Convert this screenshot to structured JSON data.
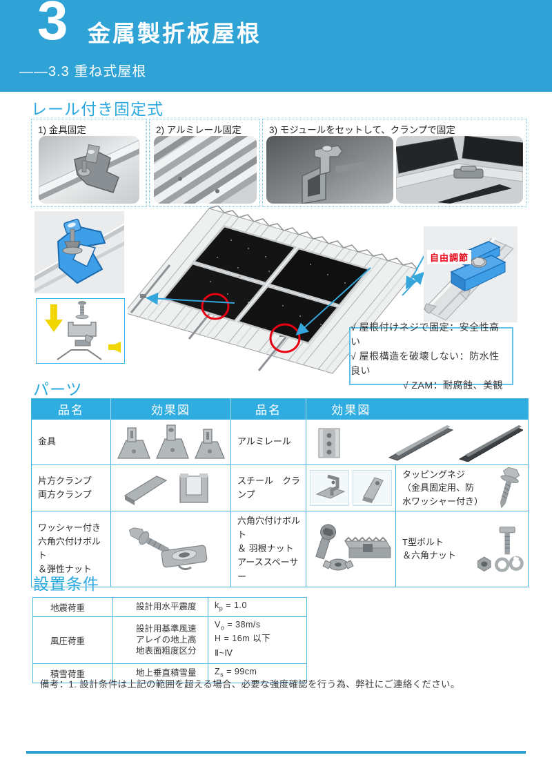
{
  "page": {
    "chapter_number": "3",
    "chapter_title": "金属製折板屋根",
    "section_subtitle": "——3.3 重ね式屋根"
  },
  "rail_section": {
    "title": "レール付き固定式",
    "steps": [
      {
        "caption": "1) 金具固定"
      },
      {
        "caption": "2) アルミレール固定"
      },
      {
        "caption": "3) モジュールをセットして、クランプで固定"
      }
    ],
    "adjust_label": "自由調節",
    "benefits": [
      "√ 屋根付けネジで固定：安全性高い",
      "√ 屋根構造を破壊しない：防水性良い",
      "√ ZAM：耐腐蝕、美観"
    ]
  },
  "parts_section": {
    "title": "パーツ",
    "headers": {
      "h1": "品名",
      "h2": "効果図",
      "h3": "品名",
      "h4": "効果図"
    },
    "rows": [
      {
        "name1": "金具",
        "name2": "アルミレール",
        "name3": ""
      },
      {
        "name1": "片方クランプ\n両方クランプ",
        "name2": "スチール　クランプ",
        "name3": "タッピングネジ（金具固定用、防水ワッシャー付き）"
      },
      {
        "name1": "ワッシャー付き六角穴付けボルト\n＆弾性ナット",
        "name2": "六角穴付けボルト\n＆ 羽根ナット\nアーススペーサー",
        "name3": "T型ボルト\n＆六角ナット"
      }
    ]
  },
  "setup_section": {
    "title": "設置条件",
    "rows": [
      {
        "load": "地震荷重",
        "items": [
          {
            "label": "設計用水平震度",
            "sym": "k",
            "sub": "p",
            "value": "= 1.0"
          }
        ]
      },
      {
        "load": "風圧荷重",
        "items": [
          {
            "label": "設計用基準風速",
            "sym": "V",
            "sub": "o",
            "value": "= 38m/s"
          },
          {
            "label": "アレイの地上高",
            "sym": "H",
            "sub": "",
            "value": "= 16m 以下"
          },
          {
            "label": "地表面粗度区分",
            "sym": "",
            "sub": "",
            "value": "Ⅱ~Ⅳ"
          }
        ]
      },
      {
        "load": "積雪荷重",
        "items": [
          {
            "label": "地上垂直積雪量",
            "sym": "Z",
            "sub": "s",
            "value": "= 99cm"
          }
        ]
      }
    ],
    "note": "備考：1. 設計条件は上記の範囲を超える場合、必要な強度確認を行う為、弊社にご連絡ください。"
  },
  "colors": {
    "header_blue": "#2fa3d6",
    "table_header_cyan": "#2face0",
    "accent_cyan": "#2ba9de",
    "table_border_cyan": "#3fb1e0",
    "highlight_red": "#e60012",
    "arrow_yellow": "#f2d600",
    "clamp_blue": "#3f9ee8"
  }
}
